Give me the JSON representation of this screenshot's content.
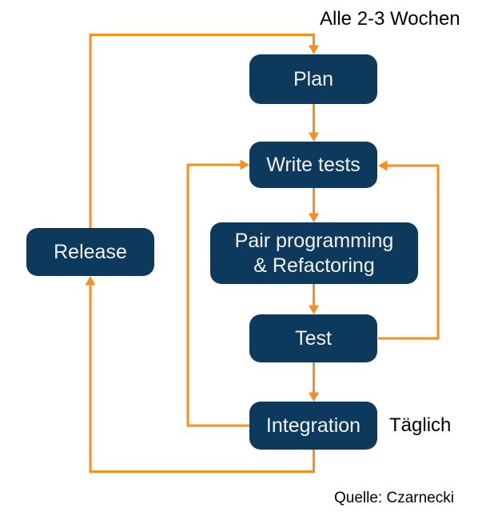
{
  "diagram": {
    "colors": {
      "node_fill": "#0d3a5c",
      "node_text": "#f2f2f2",
      "arrow": "#f88e1e",
      "label_text": "#000000",
      "background": "#ffffff"
    },
    "annotations": {
      "cycle_label": "Alle 2-3 Wochen",
      "daily_label": "Täglich",
      "source_label": "Quelle: Czarnecki"
    },
    "nodes": [
      {
        "id": "plan",
        "label": "Plan"
      },
      {
        "id": "write-tests",
        "label": "Write tests"
      },
      {
        "id": "pair-programming",
        "label": "Pair programming & Refactoring",
        "lines": [
          "Pair programming",
          "& Refactoring"
        ]
      },
      {
        "id": "test",
        "label": "Test"
      },
      {
        "id": "integration",
        "label": "Integration"
      },
      {
        "id": "release",
        "label": "Release"
      }
    ],
    "edges": [
      {
        "from": "release",
        "to": "plan",
        "label": "Alle 2-3 Wochen"
      },
      {
        "from": "plan",
        "to": "write-tests"
      },
      {
        "from": "write-tests",
        "to": "pair-programming"
      },
      {
        "from": "pair-programming",
        "to": "test"
      },
      {
        "from": "test",
        "to": "write-tests"
      },
      {
        "from": "test",
        "to": "integration"
      },
      {
        "from": "integration",
        "to": "write-tests"
      },
      {
        "from": "integration",
        "to": "release",
        "label": "Täglich"
      }
    ]
  }
}
